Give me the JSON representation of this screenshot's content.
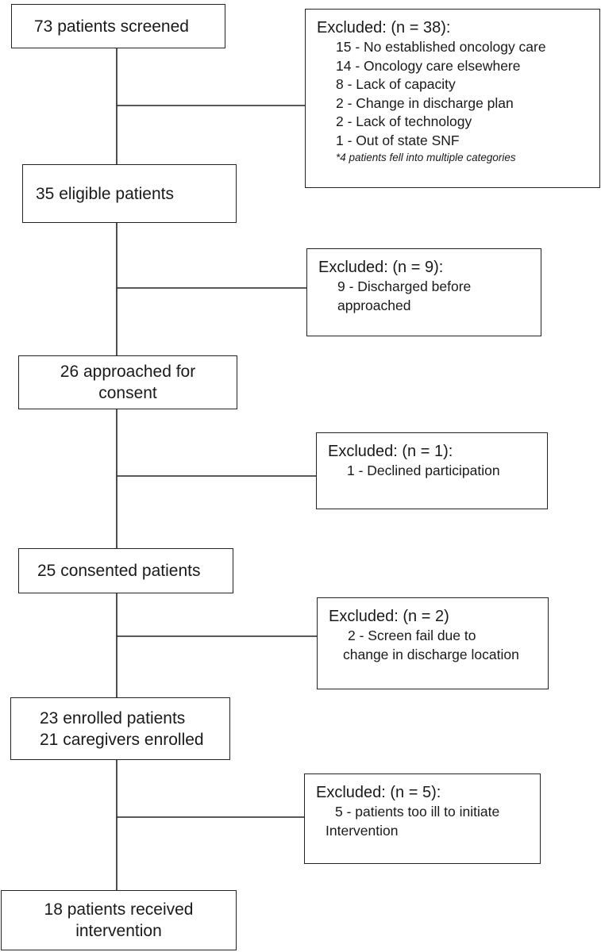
{
  "flow": {
    "steps": [
      {
        "lines": [
          "73 patients screened"
        ]
      },
      {
        "lines": [
          "35 eligible patients"
        ]
      },
      {
        "lines": [
          "26 approached for",
          "consent"
        ]
      },
      {
        "lines": [
          "25 consented patients"
        ]
      },
      {
        "lines": [
          "23 enrolled patients",
          "21 caregivers enrolled"
        ]
      },
      {
        "lines": [
          "18 patients received",
          "intervention"
        ]
      }
    ],
    "exclusions": [
      {
        "header": "Excluded: (n = 38):",
        "items": [
          "15 - No established oncology care",
          "14 - Oncology care elsewhere",
          "8 - Lack of capacity",
          "2 - Change in discharge plan",
          "2 - Lack of technology",
          "1 - Out of state SNF"
        ],
        "note": "*4 patients fell into multiple categories"
      },
      {
        "header": "Excluded: (n = 9):",
        "items": [
          "9 - Discharged before",
          "approached"
        ]
      },
      {
        "header": "Excluded: (n = 1):",
        "items": [
          "1 - Declined participation"
        ]
      },
      {
        "header": "Excluded: (n = 2)",
        "items": [
          "2 - Screen fail due to",
          "change in discharge location"
        ]
      },
      {
        "header": "Excluded: (n = 5):",
        "items": [
          "5 - patients too ill to initiate",
          "Intervention"
        ]
      }
    ]
  }
}
